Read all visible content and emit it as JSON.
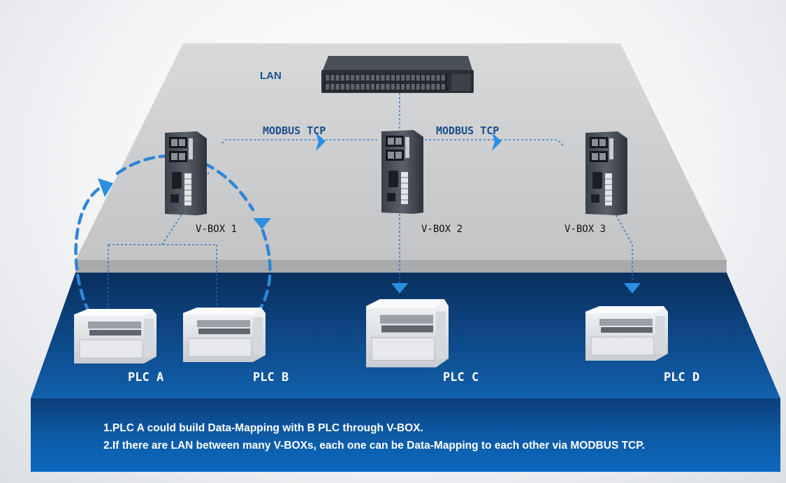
{
  "lan_label": "LAN",
  "protocol_labels": [
    "MODBUS TCP",
    "MODBUS TCP"
  ],
  "vboxes": [
    "V-BOX 1",
    "V-BOX 2",
    "V-BOX 3"
  ],
  "plcs": [
    "PLC A",
    "PLC B",
    "PLC C",
    "PLC D"
  ],
  "notes": [
    "1.PLC A could build Data-Mapping with B PLC through V-BOX.",
    "2.If there are LAN between many V-BOXs, each one can be Data-Mapping to each other via MODBUS TCP."
  ],
  "colors": {
    "platform": "#c9cacc",
    "base_blue": "#0a5aa3",
    "link_blue": "#1c6fc4",
    "label_blue": "#1d4f8c",
    "arrow_blue": "#2a8fe0"
  }
}
